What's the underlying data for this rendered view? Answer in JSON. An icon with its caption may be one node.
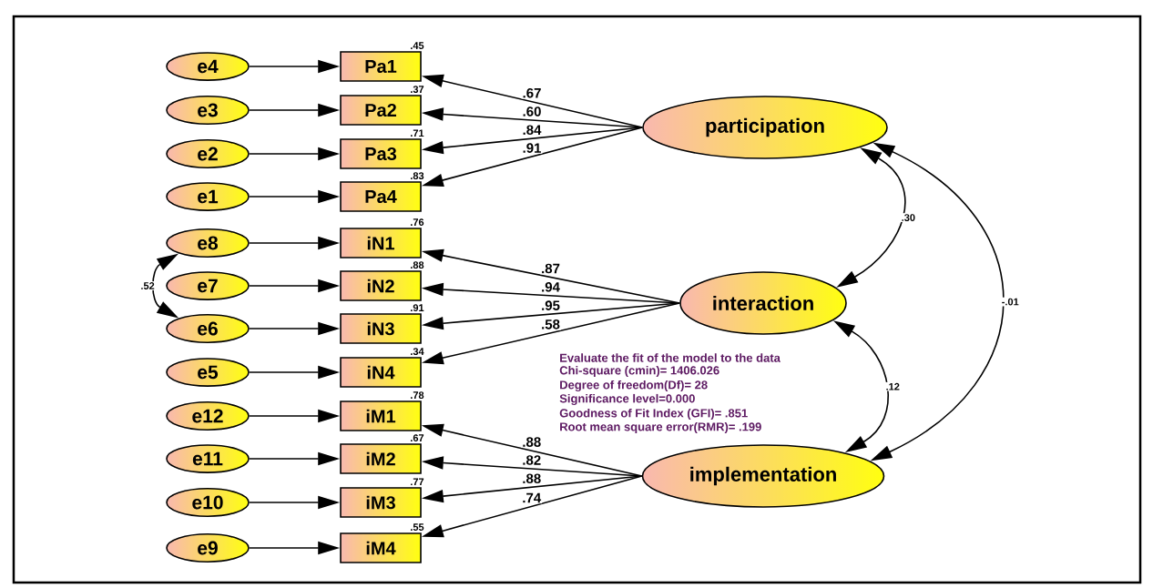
{
  "diagram": {
    "nodes": [
      {
        "text": [
          "e4"
        ]
      },
      {
        "text": [
          "Pa1"
        ],
        "beside": [
          ".45"
        ]
      },
      {
        "text": [
          "e3"
        ]
      },
      {
        "text": [
          "Pa2"
        ],
        "beside": [
          ".37"
        ]
      },
      {
        "text": [
          "e2"
        ]
      },
      {
        "text": [
          "Pa3"
        ],
        "beside": [
          ".71"
        ]
      },
      {
        "text": [
          "e1"
        ]
      },
      {
        "text": [
          "Pa4"
        ],
        "beside": [
          ".83"
        ]
      },
      {
        "text": [
          "e8"
        ]
      },
      {
        "text": [
          "iN1"
        ],
        "beside": [
          ".76"
        ]
      },
      {
        "text": [
          "e7"
        ]
      },
      {
        "text": [
          "iN2"
        ],
        "beside": [
          ".88"
        ]
      },
      {
        "text": [
          "e6"
        ]
      },
      {
        "text": [
          "iN3"
        ],
        "beside": [
          ".91"
        ]
      },
      {
        "text": [
          "e5"
        ]
      },
      {
        "text": [
          "iN4"
        ],
        "beside": [
          ".34"
        ]
      },
      {
        "text": [
          "e12"
        ]
      },
      {
        "text": [
          "iM1"
        ],
        "beside": [
          ".78"
        ]
      },
      {
        "text": [
          "e11"
        ]
      },
      {
        "text": [
          "iM2"
        ],
        "beside": [
          ".67"
        ]
      },
      {
        "text": [
          "e10"
        ]
      },
      {
        "text": [
          "iM3"
        ],
        "beside": [
          ".77"
        ]
      },
      {
        "text": [
          "e9"
        ]
      },
      {
        "text": [
          "iM4"
        ],
        "beside": [
          ".55"
        ]
      },
      {
        "text": [
          "participation"
        ]
      },
      {
        "text": [
          "interaction"
        ]
      },
      {
        "text": [
          "implementation"
        ]
      }
    ],
    "edges": [
      {
        "from": 0,
        "to": 1,
        "arrow": "to"
      },
      {
        "from": 2,
        "to": 3,
        "arrow": "to"
      },
      {
        "from": 4,
        "to": 5,
        "arrow": "to"
      },
      {
        "from": 6,
        "to": 7,
        "arrow": "to"
      },
      {
        "from": 8,
        "to": 9,
        "arrow": "to"
      },
      {
        "from": 10,
        "to": 11,
        "arrow": "to"
      },
      {
        "from": 12,
        "to": 13,
        "arrow": "to"
      },
      {
        "from": 14,
        "to": 15,
        "arrow": "to"
      },
      {
        "from": 16,
        "to": 17,
        "arrow": "to"
      },
      {
        "from": 18,
        "to": 19,
        "arrow": "to"
      },
      {
        "from": 20,
        "to": 21,
        "arrow": "to"
      },
      {
        "from": 22,
        "to": 23,
        "arrow": "to"
      },
      {
        "from": 24,
        "to": 1,
        "arrow": "to",
        "label": ".67"
      },
      {
        "from": 24,
        "to": 3,
        "arrow": "to",
        "label": ".60"
      },
      {
        "from": 24,
        "to": 5,
        "arrow": "to",
        "label": ".84"
      },
      {
        "from": 24,
        "to": 7,
        "arrow": "to",
        "label": ".91"
      },
      {
        "from": 25,
        "to": 9,
        "arrow": "to",
        "label": ".87"
      },
      {
        "from": 25,
        "to": 11,
        "arrow": "to",
        "label": ".94"
      },
      {
        "from": 25,
        "to": 13,
        "arrow": "to",
        "label": ".95"
      },
      {
        "from": 25,
        "to": 15,
        "arrow": "to",
        "label": ".58"
      },
      {
        "from": 26,
        "to": 17,
        "arrow": "to",
        "label": ".88"
      },
      {
        "from": 26,
        "to": 19,
        "arrow": "to",
        "label": ".82"
      },
      {
        "from": 26,
        "to": 21,
        "arrow": "to",
        "label": ".88"
      },
      {
        "from": 26,
        "to": 23,
        "arrow": "to",
        "label": ".74"
      },
      {
        "from": 8,
        "to": 12,
        "arrow": "both",
        "label": ".52"
      },
      {
        "from": 24,
        "to": 25,
        "arrow": "both",
        "label": ".30"
      },
      {
        "from": 25,
        "to": 26,
        "arrow": "both",
        "label": ".12"
      },
      {
        "from": 24,
        "to": 26,
        "arrow": "both",
        "label": "-.01"
      }
    ],
    "labels": [
      "Evaluate the fit of the model to the data",
      "Chi-square (cmin)= 1406.026",
      "Degree of freedom(Df)= 28",
      "Significance level=0.000",
      "Goodness of Fit Index (GFI)= .851",
      "Root mean square error(RMR)= .199"
    ]
  }
}
